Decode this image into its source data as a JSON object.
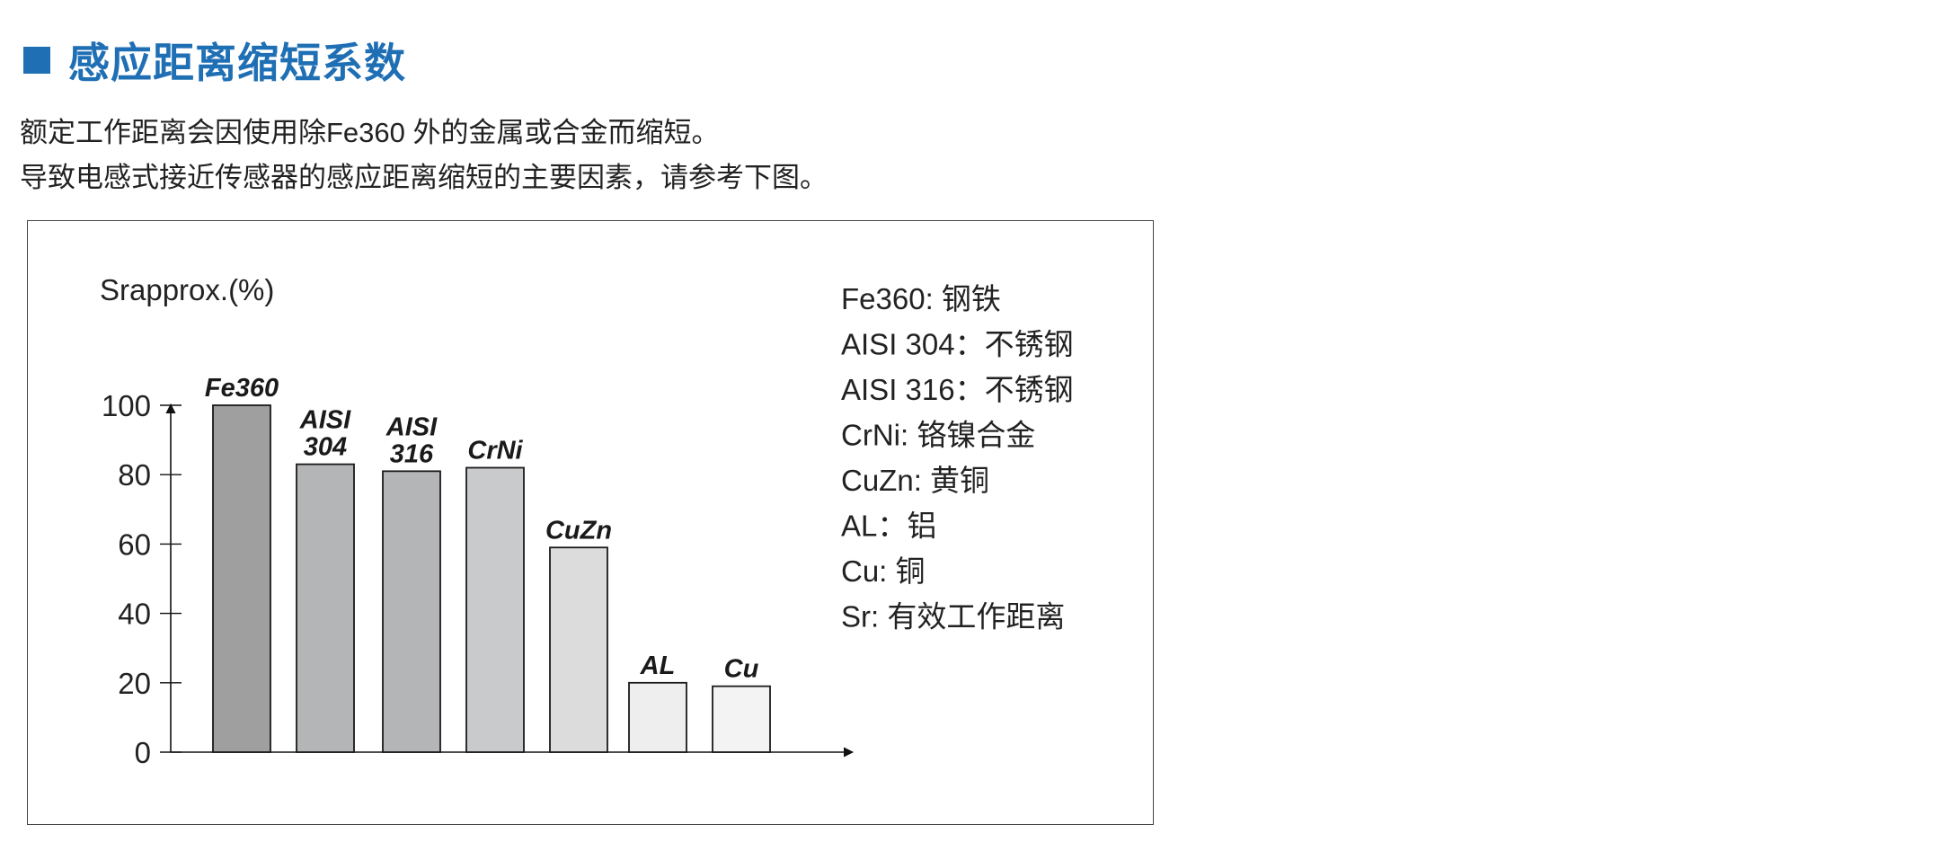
{
  "header": {
    "title": "感应距离缩短系数"
  },
  "description": {
    "line1": "额定工作距离会因使用除Fe360 外的金属或合金而缩短。",
    "line2": "导致电感式接近传感器的感应距离缩短的主要因素，请参考下图。"
  },
  "colors": {
    "accent": "#1f6fb5",
    "bar_colors": [
      "#9f9f9f",
      "#b4b5b7",
      "#b4b5b7",
      "#c9cacc",
      "#dcdcdd",
      "#eeeeee",
      "#f3f3f3"
    ]
  },
  "chart_data": {
    "type": "bar",
    "ylabel": "Srapprox.(%)",
    "xlabel": "",
    "ylim": [
      0,
      100
    ],
    "yticks": [
      0,
      20,
      40,
      60,
      80,
      100
    ],
    "grid": false,
    "categories": [
      "Fe360",
      "AISI 304",
      "AISI 316",
      "CrNi",
      "CuZn",
      "AL",
      "Cu"
    ],
    "bar_labels": [
      [
        "Fe360"
      ],
      [
        "AISI",
        "304"
      ],
      [
        "AISI",
        "316"
      ],
      [
        "CrNi"
      ],
      [
        "CuZn"
      ],
      [
        "AL"
      ],
      [
        "Cu"
      ]
    ],
    "values": [
      100,
      83,
      81,
      82,
      59,
      20,
      19
    ],
    "legend": [
      "Fe360: 钢铁",
      "AISI 304：不锈钢",
      "AISI 316：不锈钢",
      "CrNi: 铬镍合金",
      "CuZn: 黄铜",
      "AL：铝",
      "Cu: 铜",
      "Sr: 有效工作距离"
    ]
  }
}
